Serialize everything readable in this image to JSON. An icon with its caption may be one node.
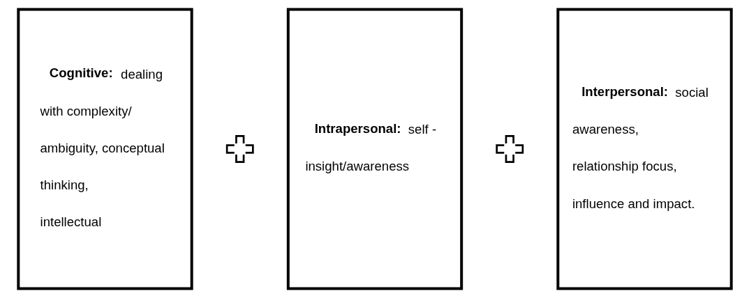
{
  "diagram": {
    "nodes": [
      {
        "text": [
          "**Cognitive:** dealing with complexity/ ambiguity, conceptual thinking, intellectual"
        ]
      },
      {
        "text": [],
        "shape": "cross"
      },
      {
        "text": [
          "**Intrapersonal:** self - insight/awareness"
        ]
      },
      {
        "text": [],
        "shape": "cross"
      },
      {
        "text": [
          "**Interpersonal:** social awareness, relationship focus, influence and impact."
        ]
      }
    ]
  }
}
